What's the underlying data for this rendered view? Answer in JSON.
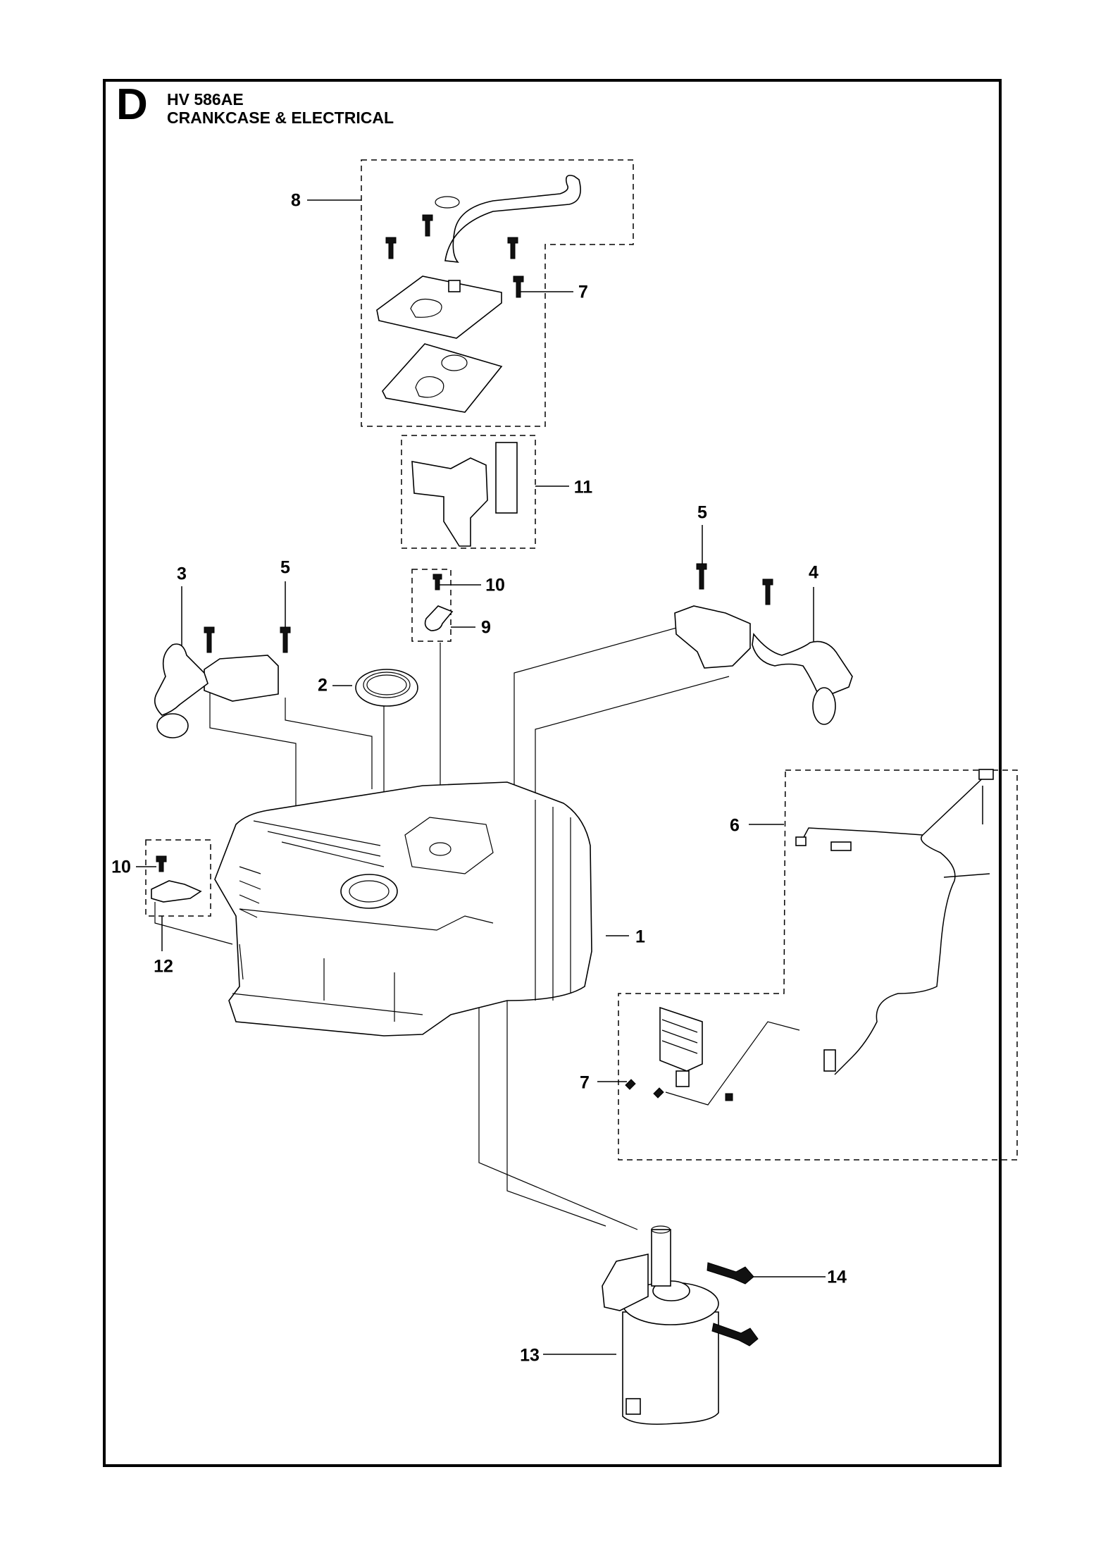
{
  "header": {
    "section_letter": "D",
    "model": "HV 586AE",
    "title": "CRANKCASE & ELECTRICAL"
  },
  "callouts": [
    {
      "id": "callout-8",
      "label": "8",
      "part": "breather-cover-kit"
    },
    {
      "id": "callout-7a",
      "label": "7",
      "part": "screw"
    },
    {
      "id": "callout-11",
      "label": "11",
      "part": "bracket-kit"
    },
    {
      "id": "callout-5a",
      "label": "5",
      "part": "screw"
    },
    {
      "id": "callout-4",
      "label": "4",
      "part": "ignition-coil-right"
    },
    {
      "id": "callout-3",
      "label": "3",
      "part": "ignition-coil-left"
    },
    {
      "id": "callout-5b",
      "label": "5",
      "part": "screw"
    },
    {
      "id": "callout-10a",
      "label": "10",
      "part": "screw"
    },
    {
      "id": "callout-9",
      "label": "9",
      "part": "ground-terminal-kit"
    },
    {
      "id": "callout-2",
      "label": "2",
      "part": "oil-seal"
    },
    {
      "id": "callout-6",
      "label": "6",
      "part": "wiring-harness"
    },
    {
      "id": "callout-10b",
      "label": "10",
      "part": "screw"
    },
    {
      "id": "callout-1",
      "label": "1",
      "part": "crankcase"
    },
    {
      "id": "callout-12",
      "label": "12",
      "part": "clamp-kit"
    },
    {
      "id": "callout-7b",
      "label": "7",
      "part": "screw"
    },
    {
      "id": "callout-14",
      "label": "14",
      "part": "starter-bolt"
    },
    {
      "id": "callout-13",
      "label": "13",
      "part": "starter-motor"
    }
  ]
}
